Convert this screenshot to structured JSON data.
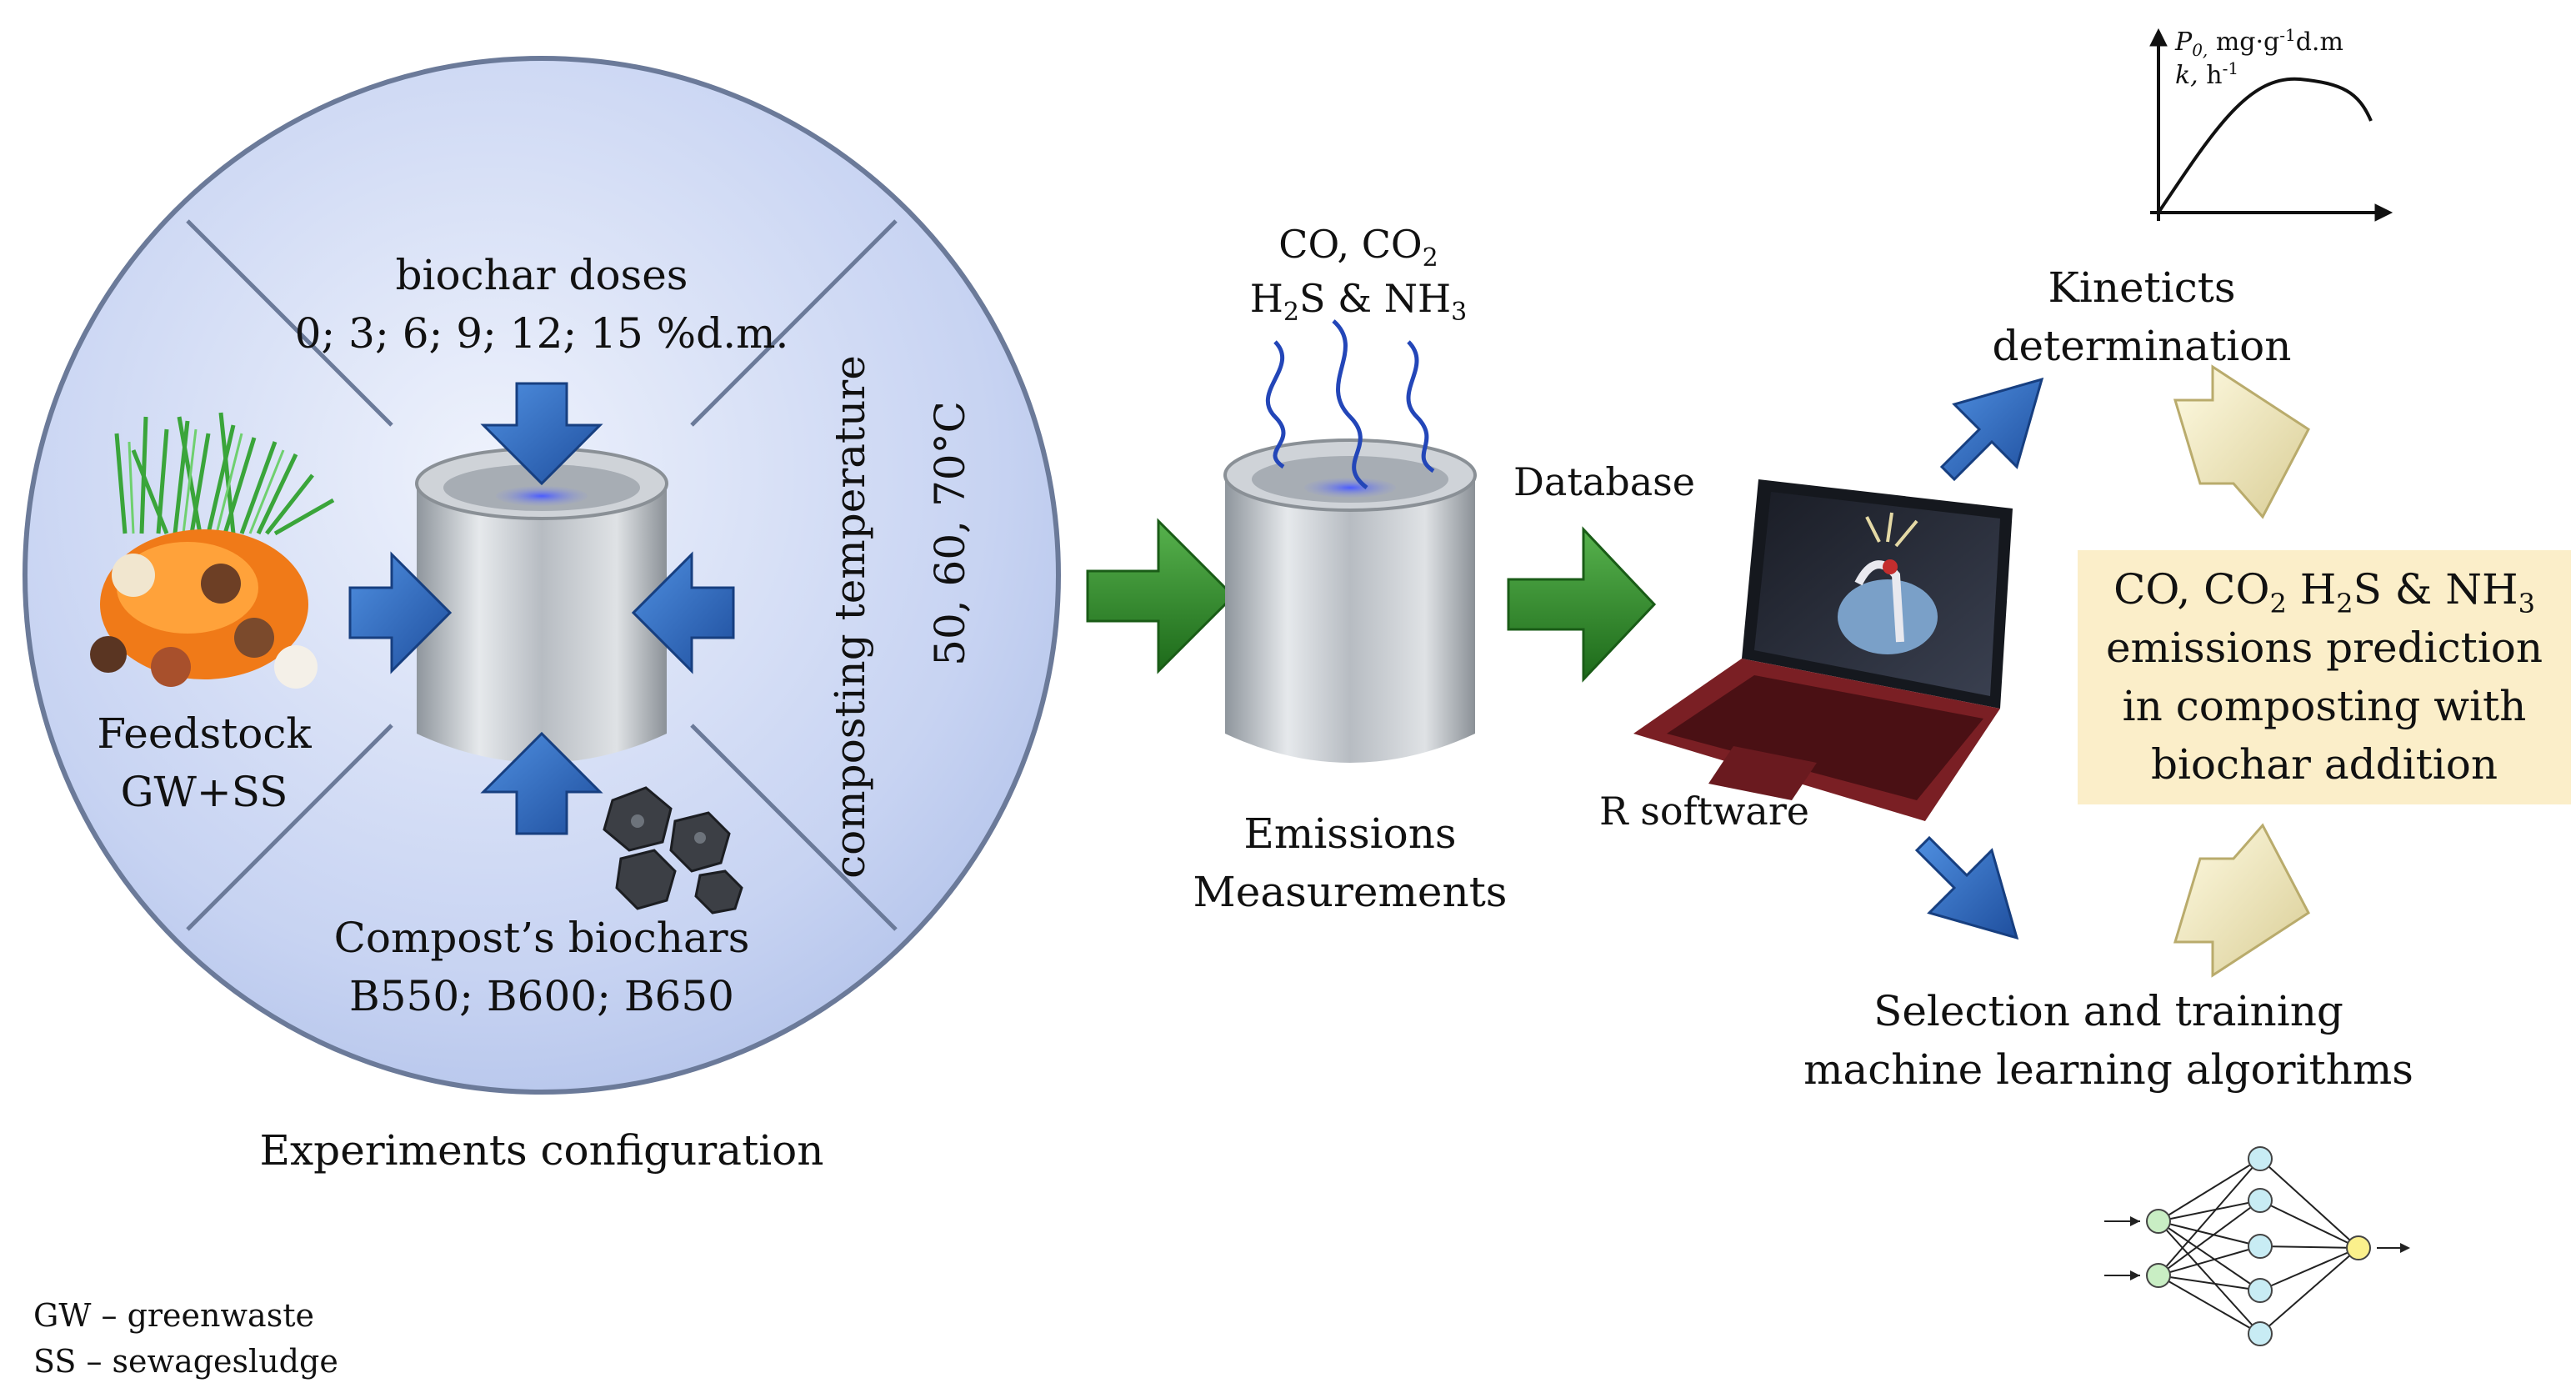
{
  "circle": {
    "biochar_doses_title": "biochar doses",
    "biochar_doses_values": "0; 3; 6; 9; 12; 15 %d.m.",
    "temperature_title": "composting temperature",
    "temperature_values": "50, 60, 70°C",
    "feedstock_title": "Feedstock",
    "feedstock_value": "GW+SS",
    "biochars_title": "Compost’s biochars",
    "biochars_values": "B550; B600; B650"
  },
  "experiments_caption": "Experiments configuration",
  "gases": {
    "line1": "CO, CO",
    "line1_sub": "2",
    "line2_a": "H",
    "line2_sub1": "2",
    "line2_b": "S & NH",
    "line2_sub2": "3"
  },
  "emissions_label_1": "Emissions",
  "emissions_label_2": "Measurements",
  "database_label": "Database",
  "r_software_label": "R software",
  "kinetics": {
    "label_1": "Kineticts",
    "label_2": "determination",
    "y_axis_label_1": "P",
    "y_axis_label_1_sub": "0,",
    "y_axis_label_1_rest": " mg·g",
    "y_axis_label_1_sup": "-1",
    "y_axis_label_1_end": "d.m",
    "y_axis_label_2": "k,",
    "y_axis_label_2_rest": " h",
    "y_axis_label_2_sup": "-1"
  },
  "ml": {
    "label_1": "Selection and training",
    "label_2": "machine learning algorithms"
  },
  "prediction": {
    "line1_a": "CO, CO",
    "line1_sub": "2",
    "line1_b": " H",
    "line1_sub2": "2",
    "line1_c": "S & NH",
    "line1_sub3": "3",
    "line2": "emissions prediction",
    "line3": "in composting with",
    "line4": "biochar addition"
  },
  "legend": {
    "gw": "GW – greenwaste",
    "ss": "SS – sewagesludge"
  },
  "colors": {
    "circle_fill": "#c6d3f2",
    "blue_arrow": "#2e6bc0",
    "green_arrow": "#2f8a2a",
    "cream_arrow": "#f1e9bf",
    "prediction_box": "#fbeec9",
    "node_green": "#c9eec4",
    "node_blue": "#c8ecf4",
    "node_yellow": "#fbf08c"
  },
  "icons": [
    "biochar-reactor-icon",
    "green-arrow-icon",
    "blue-arrow-icon",
    "cream-arrow-icon",
    "laptop-icon",
    "neural-network-icon",
    "kinetics-graph-icon",
    "grass-icon",
    "biochar-cubes-icon"
  ]
}
